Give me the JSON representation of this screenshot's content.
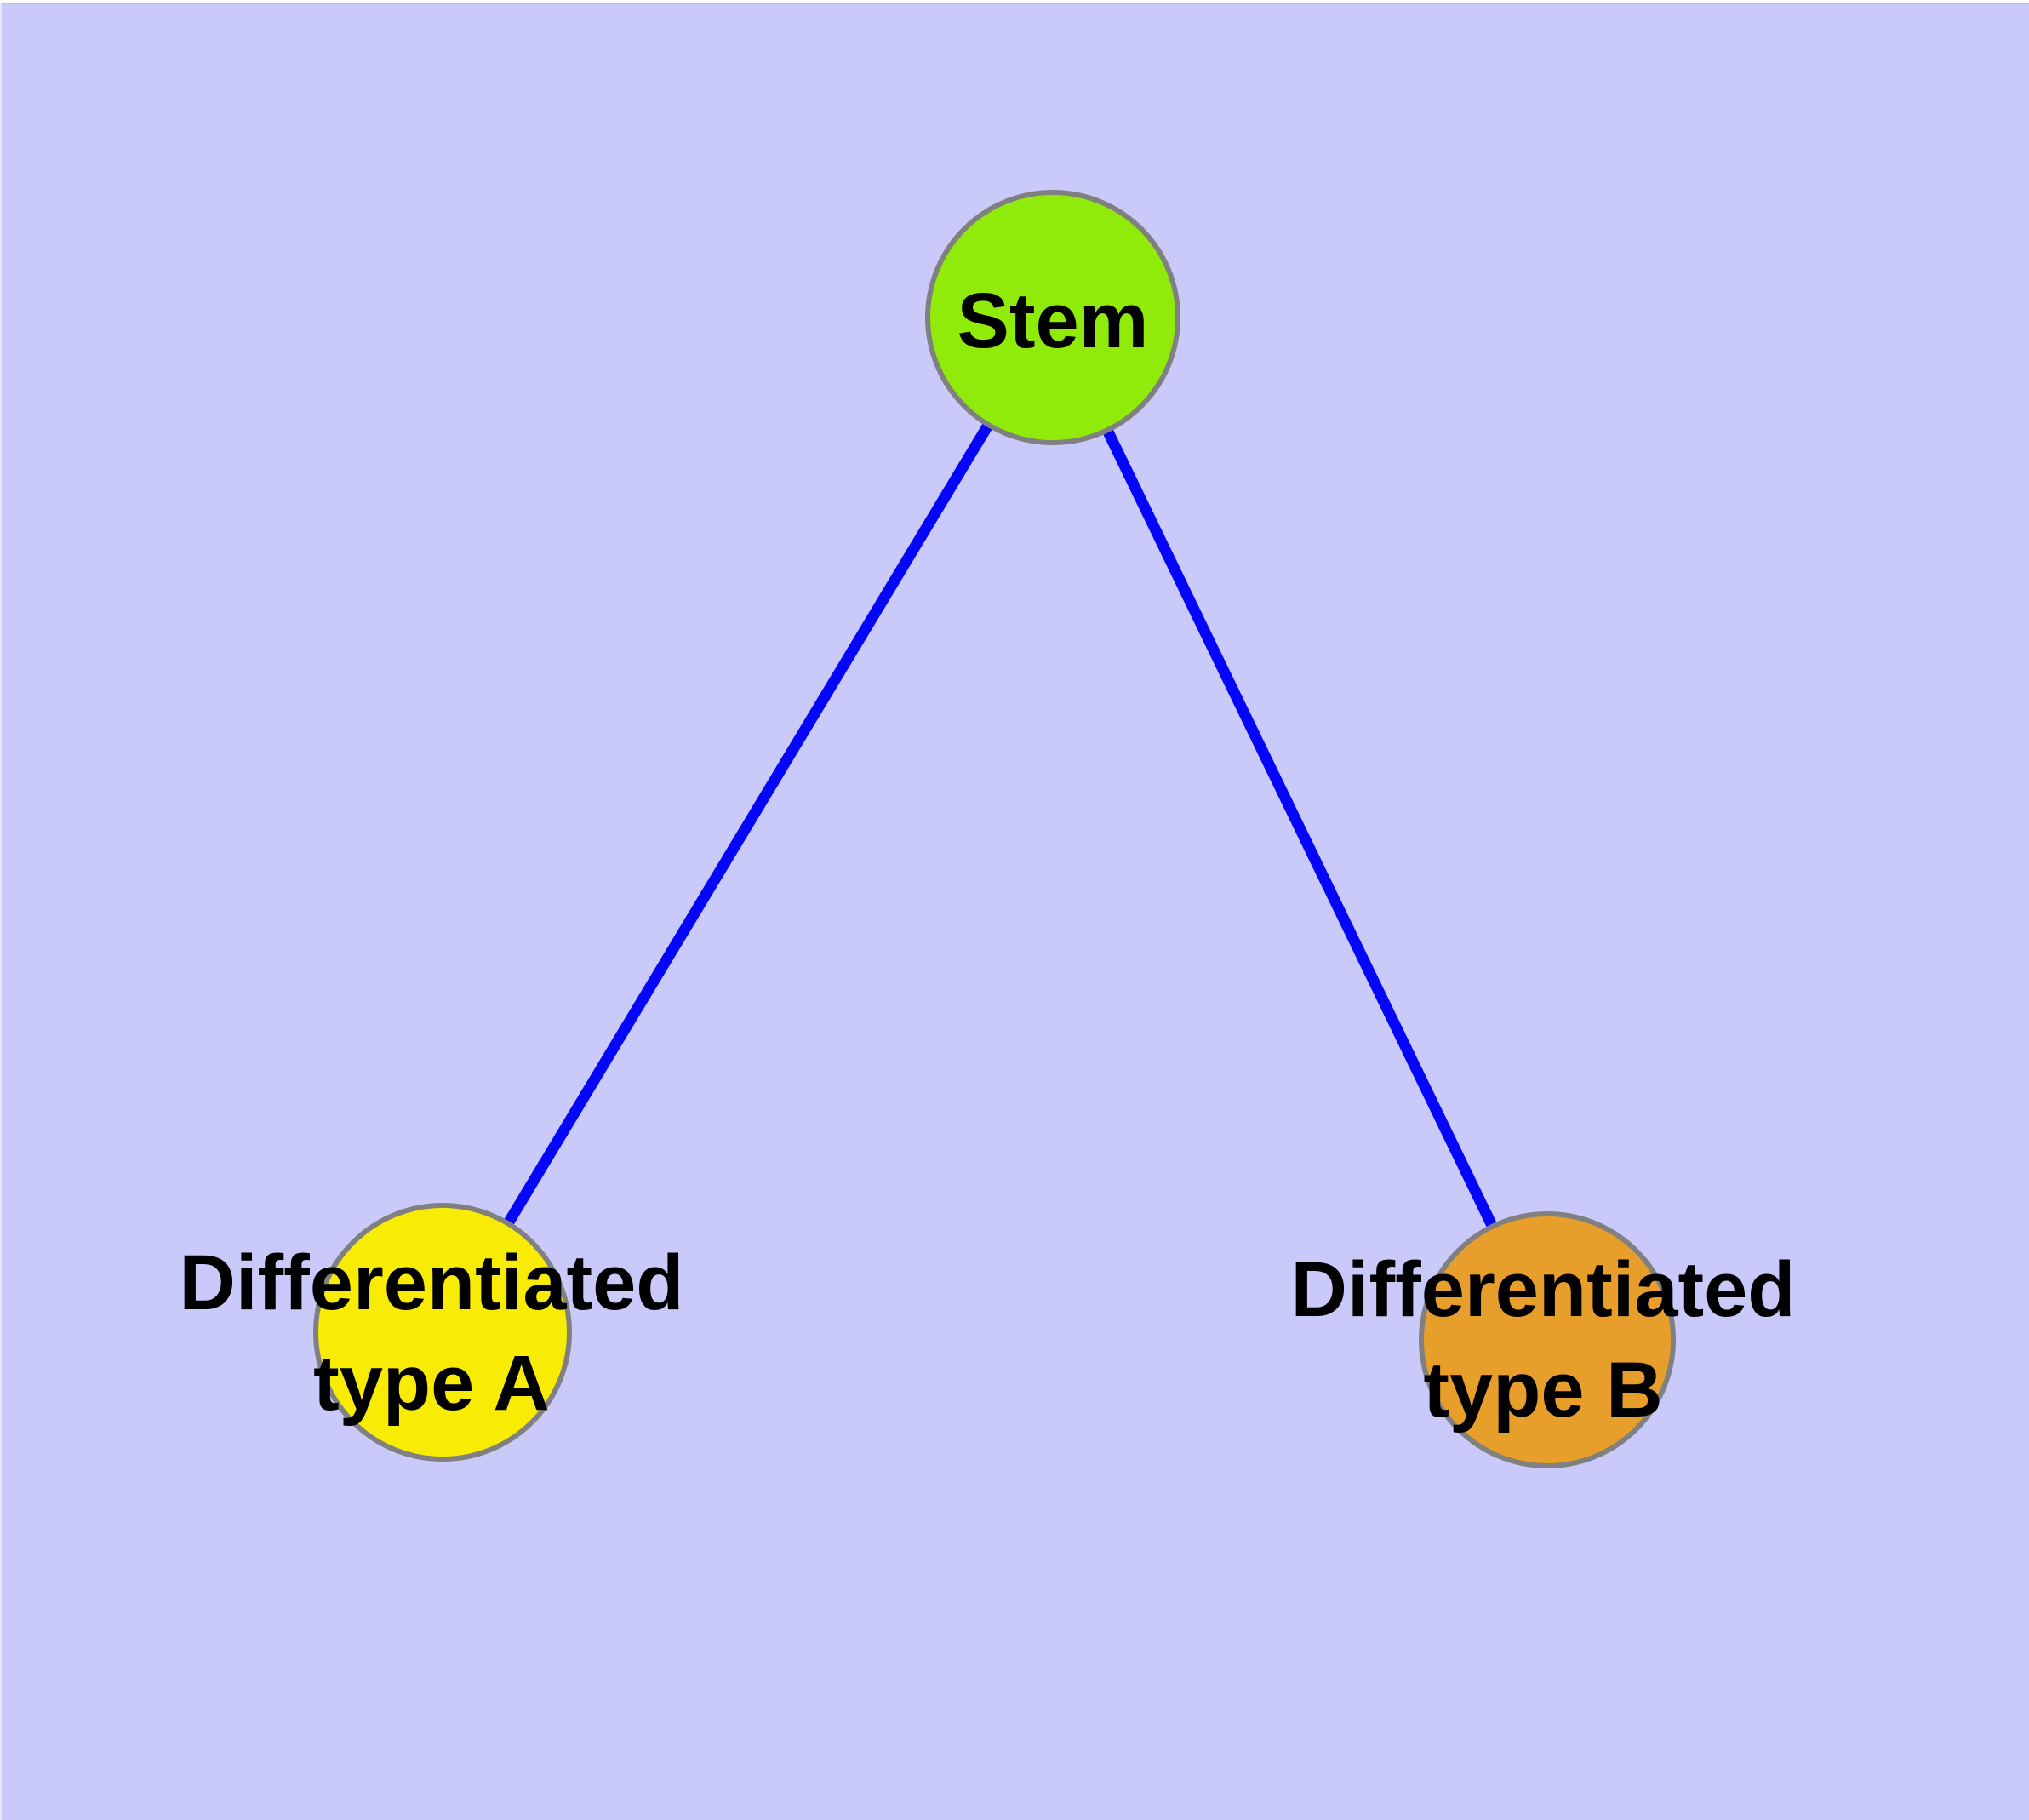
{
  "diagram": {
    "background_color": "#C9C9FA",
    "edge_color": "#0505FA",
    "node_border_color": "#808080",
    "label_color": "#000000",
    "nodes": [
      {
        "id": "stem",
        "lines": [
          "Stem"
        ],
        "fill": "#90EA0A"
      },
      {
        "id": "differentiated-type-a",
        "lines": [
          "Differentiated",
          "type A"
        ],
        "fill": "#F8EC05"
      },
      {
        "id": "differentiated-type-b",
        "lines": [
          "Differentiated",
          "type B"
        ],
        "fill": "#E79E2B"
      }
    ],
    "edges": [
      {
        "from": "stem",
        "to": "differentiated-type-a"
      },
      {
        "from": "stem",
        "to": "differentiated-type-b"
      }
    ]
  }
}
